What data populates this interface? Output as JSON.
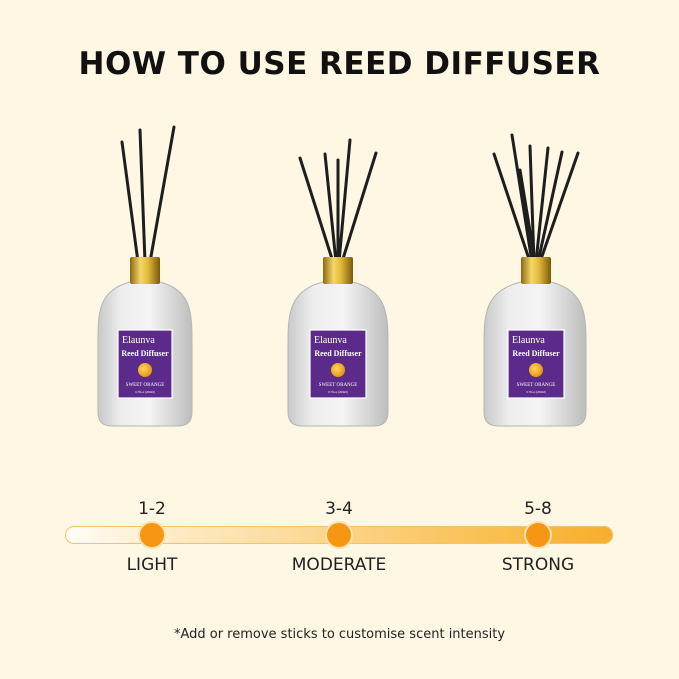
{
  "title": "HOW TO USE REED DIFFUSER",
  "bottle_label": {
    "brand": "Elaunva",
    "product": "Reed Diffuser",
    "scent": "SWEET ORANGE",
    "volume": "6.7fl.oz (200ml)"
  },
  "levels": [
    {
      "sticks": "1-2",
      "label": "LIGHT",
      "stick_count": 3
    },
    {
      "sticks": "3-4",
      "label": "MODERATE",
      "stick_count": 5
    },
    {
      "sticks": "5-8",
      "label": "STRONG",
      "stick_count": 7
    }
  ],
  "footnote": "*Add or remove sticks to customise scent intensity",
  "colors": {
    "background": "#fdf7e4",
    "label_purple": "#5b2a8a",
    "cap_gold": "#c9a227",
    "dot_orange": "#f69612"
  }
}
